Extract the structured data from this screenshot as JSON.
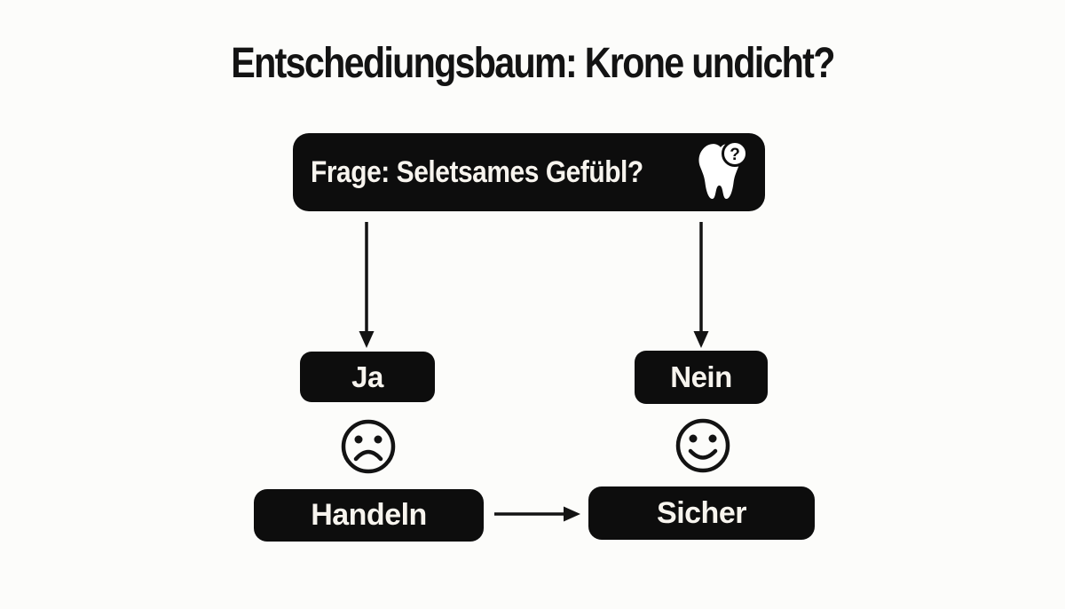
{
  "page": {
    "title": "Entschediungsbaum: Krone undicht?",
    "background_color": "#fcfcfa"
  },
  "colors": {
    "node_background": "#0d0d0d",
    "node_text": "#f7f4ee",
    "title_text": "#131313",
    "line_color": "#131313"
  },
  "tree": {
    "question": {
      "label": "Frage: Seletsames Gefübl?",
      "icon": "tooth-question-icon",
      "icon_badge": "?"
    },
    "branches": [
      {
        "label": "Ja",
        "mood_icon": "sad-face-icon",
        "outcome": "Handeln"
      },
      {
        "label": "Nein",
        "mood_icon": "smiley-face-icon",
        "outcome": "Sicher"
      }
    ],
    "edges": [
      {
        "from": "question",
        "to": "Ja",
        "type": "arrow-down"
      },
      {
        "from": "question",
        "to": "Nein",
        "type": "arrow-down"
      },
      {
        "from": "Handeln",
        "to": "Sicher",
        "type": "arrow-right"
      }
    ]
  }
}
